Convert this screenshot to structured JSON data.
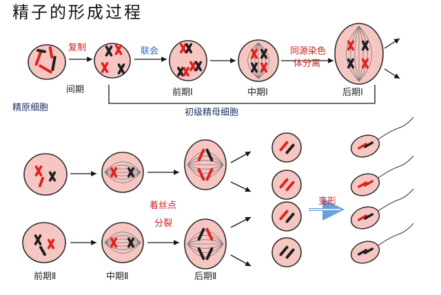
{
  "title": "精子的形成过程",
  "labels": {
    "fuzhi": "复制",
    "jianqi": "间期",
    "lianhui": "联会",
    "jingyuan": "精原细胞",
    "qianqi1": "前期Ⅰ",
    "zhongqi1": "中期Ⅰ",
    "houqi1": "后期Ⅰ",
    "tongyuan_line1": "同源染色",
    "tongyuan_line2": "体分离",
    "chuji": "初级精母细胞",
    "zhuosi_line1": "着丝点",
    "zhuosi_line2": "分裂",
    "bianxing": "变形",
    "qianqi2": "前期Ⅱ",
    "zhongqi2": "中期Ⅱ",
    "houqi2": "后期Ⅱ"
  },
  "colors": {
    "cell_fill": "#f6c6c3",
    "cell_stroke": "#2a2a2a",
    "maternal": "#e0221b",
    "paternal": "#1e1e1e",
    "label_red": "#c8201c",
    "arrow_blue": "#6aa0d8"
  }
}
